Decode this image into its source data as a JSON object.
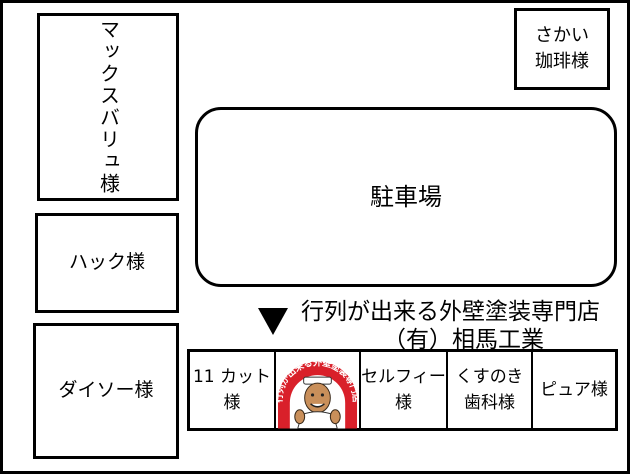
{
  "map": {
    "buildings": {
      "max_subaru": "マックスバリュ様",
      "hack": "ハック様",
      "daiso": "ダイソー様",
      "sakai_coffee": "さかい\n珈琲様",
      "parking": "駐車場"
    },
    "shop_row": {
      "cut_11": "11 カット\n様",
      "featured_logo_text": "行列が出来る外壁塗装専門店",
      "self_laundry": "セルフィー\n様",
      "kusunoki_dental": "くすのき\n歯科様",
      "pure": "ピュア様"
    },
    "highlight": {
      "headline": "行列が出来る外壁塗装専門店",
      "company": "（有）相馬工業"
    },
    "colors": {
      "logo_red": "#d9202a",
      "line": "#000000",
      "background": "#ffffff"
    },
    "icons": {
      "marker": "down-triangle",
      "logo": "company-mascot-logo"
    }
  }
}
